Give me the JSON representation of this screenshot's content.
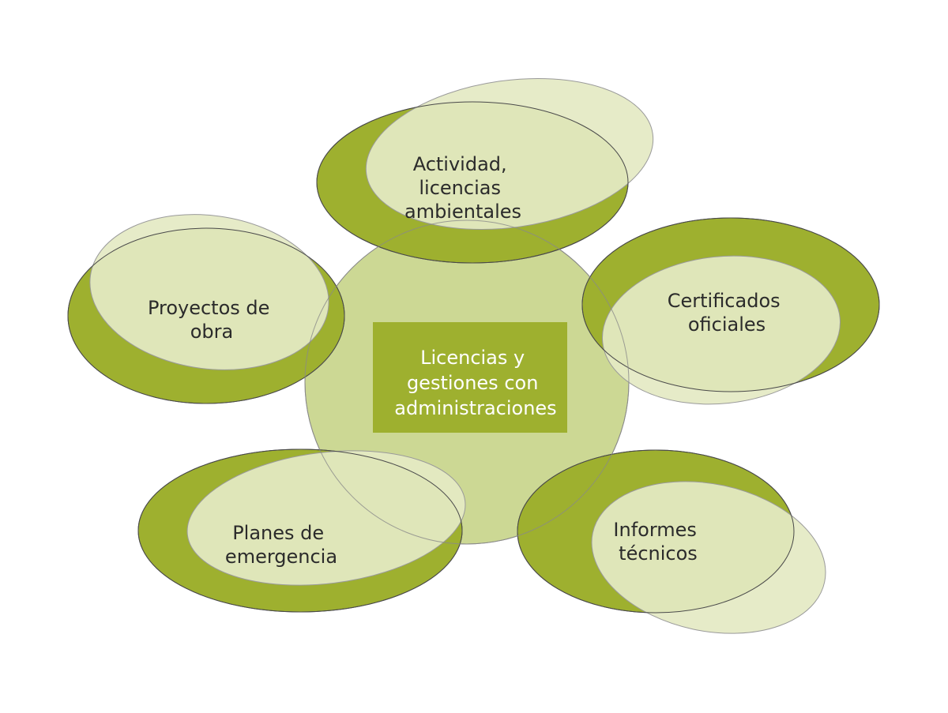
{
  "diagram": {
    "center": {
      "label_lines": [
        "Licencias y",
        "gestiones con",
        "administraciones"
      ]
    },
    "nodes": [
      {
        "id": "actividad",
        "label_lines": [
          "Actividad,",
          "licencias",
          "ambientales"
        ]
      },
      {
        "id": "certificados",
        "label_lines": [
          "Certificados",
          "oficiales"
        ]
      },
      {
        "id": "informes",
        "label_lines": [
          "Informes",
          "técnicos"
        ]
      },
      {
        "id": "planes",
        "label_lines": [
          "Planes de",
          "emergencia"
        ]
      },
      {
        "id": "proyectos",
        "label_lines": [
          "Proyectos de",
          "obra"
        ]
      }
    ],
    "colors": {
      "outer_ellipse": "#9eb02f",
      "inner_ellipse": "#e4eac4",
      "center_circle": "#ccd894",
      "center_box": "#9eb02f",
      "outline": "#4a4a4a"
    }
  }
}
